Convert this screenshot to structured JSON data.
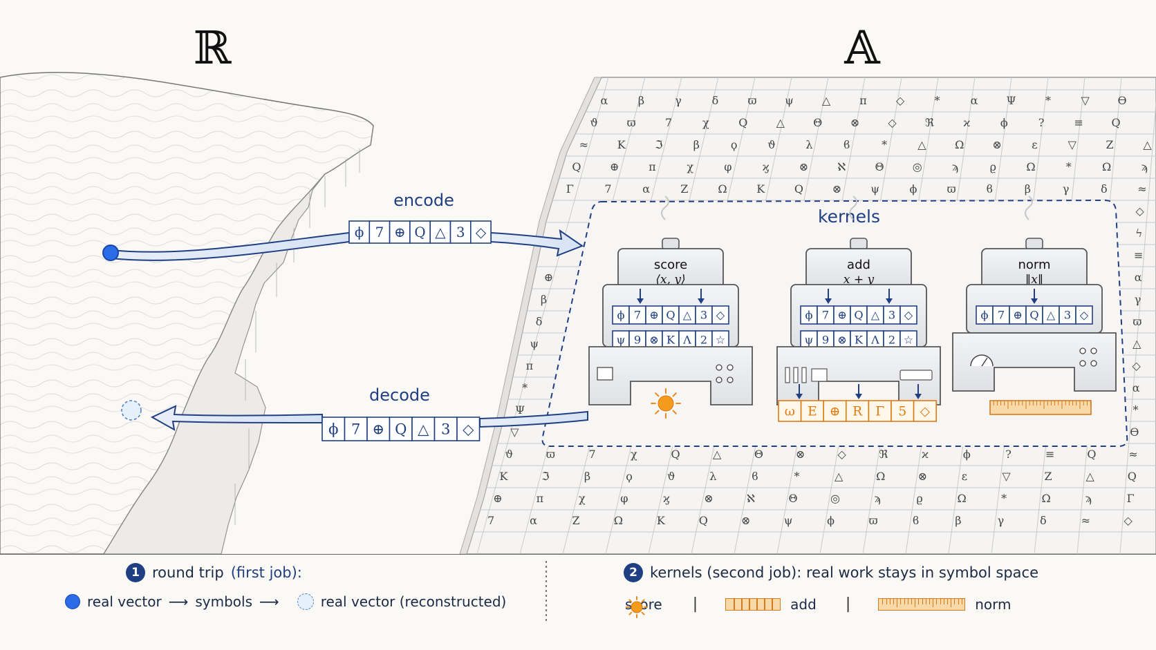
{
  "titles": {
    "left": "ℝ",
    "right": "𝔸"
  },
  "arrows": {
    "encode_label": "encode",
    "decode_label": "decode"
  },
  "encode_tokens": [
    "ϕ",
    "7",
    "⊕",
    "Q",
    "△",
    "3",
    "◇"
  ],
  "decode_tokens": [
    "ϕ",
    "7",
    "⊕",
    "Q",
    "△",
    "3",
    "◇"
  ],
  "kernels_label": "kernels",
  "kernels": [
    {
      "name": "score",
      "formula": "⟨x, y⟩",
      "row1": [
        "ϕ",
        "7",
        "⊕",
        "Q",
        "△",
        "3",
        "◇"
      ],
      "row2": [
        "ψ",
        "9",
        "⊗",
        "K",
        "Λ",
        "2",
        "☆"
      ],
      "output": "sun"
    },
    {
      "name": "add",
      "formula": "x + y",
      "row1": [
        "ϕ",
        "7",
        "⊕",
        "Q",
        "△",
        "3",
        "◇"
      ],
      "row2": [
        "ψ",
        "9",
        "⊗",
        "K",
        "Λ",
        "2",
        "☆"
      ],
      "output_tokens": [
        "ω",
        "E",
        "⊕",
        "R",
        "Γ",
        "5",
        "◇"
      ]
    },
    {
      "name": "norm",
      "formula": "‖x‖",
      "row1": [
        "ϕ",
        "7",
        "⊕",
        "Q",
        "△",
        "3",
        "◇"
      ],
      "output": "ruler"
    }
  ],
  "grid_symbols": [
    "α",
    "β",
    "γ",
    "δ",
    "ϖ",
    "ψ",
    "△",
    "π",
    "◇",
    "*",
    "α",
    "Ψ",
    "*",
    "▽",
    "ϴ",
    "ϑ",
    "ϖ",
    "7",
    "χ",
    "Q",
    "△",
    "Θ",
    "⊗",
    "◇",
    "ℜ",
    "ϰ",
    "ϕ",
    "?",
    "≡",
    "Q",
    "≈",
    "K",
    "ℑ",
    "β",
    "ϙ",
    "ϑ",
    "λ",
    "ϐ",
    "*",
    "△",
    "Ω",
    "⊗",
    "ε",
    "▽",
    "Z",
    "△",
    "Q",
    "⊕",
    "π",
    "χ",
    "φ",
    "ϗ",
    "⊗",
    "ℵ",
    "Θ",
    "◎",
    "ϡ",
    "ϱ",
    "Ω",
    "*",
    "Ω",
    "ϡ",
    "Γ",
    "7",
    "α",
    "Z",
    "Ω",
    "K",
    "Q",
    "⊗",
    "ψ",
    "ϕ",
    "ϖ",
    "ϐ",
    "β",
    "γ",
    "δ",
    "≈",
    "◇",
    "ϟ",
    "≡",
    "⊕"
  ],
  "legend": {
    "item1": {
      "num": "1",
      "title": "round trip",
      "note": "(first job):",
      "real_vector": "real vector",
      "arrow1": "⟶",
      "symbols": "symbols",
      "arrow2": "⟶",
      "reconstructed": "real vector  (reconstructed)"
    },
    "item2": {
      "num": "2",
      "title": "kernels (second job): real work stays in symbol space",
      "score": "score",
      "sep1": "|",
      "add": "add",
      "sep2": "|",
      "norm": "norm"
    }
  },
  "colors": {
    "navy": "#1f3f82",
    "blue_dot": "#2a6be8",
    "orange": "#e88a1a",
    "ink": "#1b2a44"
  }
}
